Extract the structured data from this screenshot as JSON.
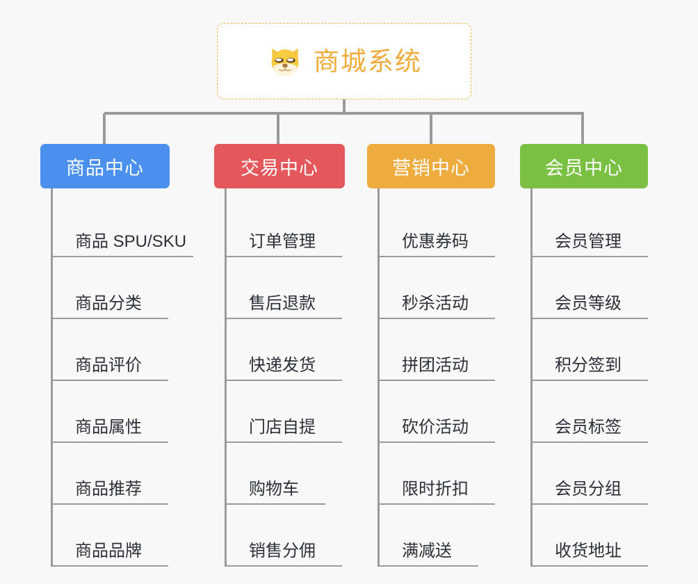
{
  "page": {
    "background_color": "#f8f8f8",
    "diagram_type": "organization-tree"
  },
  "root": {
    "title": "商城系统",
    "icon": "shiba-dog-face-icon",
    "text_color": "#f0ad3e",
    "border_color": "#e8b84b",
    "background_color": "#ffffff"
  },
  "connector": {
    "color": "#9a9a9a"
  },
  "columns": [
    {
      "id": "product-center",
      "label": "商品中心",
      "color": "#4a90ec",
      "items": [
        {
          "label": "商品 SPU/SKU"
        },
        {
          "label": "商品分类"
        },
        {
          "label": "商品评价"
        },
        {
          "label": "商品属性"
        },
        {
          "label": "商品推荐"
        },
        {
          "label": "商品品牌"
        }
      ]
    },
    {
      "id": "trade-center",
      "label": "交易中心",
      "color": "#e4575a",
      "items": [
        {
          "label": "订单管理"
        },
        {
          "label": "售后退款"
        },
        {
          "label": "快递发货"
        },
        {
          "label": "门店自提"
        },
        {
          "label": "购物车"
        },
        {
          "label": "销售分佣"
        }
      ]
    },
    {
      "id": "marketing-center",
      "label": "营销中心",
      "color": "#eeab3e",
      "items": [
        {
          "label": "优惠券码"
        },
        {
          "label": "秒杀活动"
        },
        {
          "label": "拼团活动"
        },
        {
          "label": "砍价活动"
        },
        {
          "label": "限时折扣"
        },
        {
          "label": "满减送"
        }
      ]
    },
    {
      "id": "member-center",
      "label": "会员中心",
      "color": "#7ac143",
      "items": [
        {
          "label": "会员管理"
        },
        {
          "label": "会员等级"
        },
        {
          "label": "积分签到"
        },
        {
          "label": "会员标签"
        },
        {
          "label": "会员分组"
        },
        {
          "label": "收货地址"
        }
      ]
    }
  ]
}
